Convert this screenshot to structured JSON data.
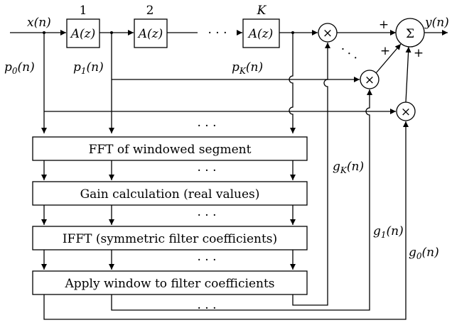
{
  "blocks": {
    "input_label": "x(n)",
    "output_label": "y(n)",
    "allpass_label": "A(z)",
    "stage_numbers": [
      "1",
      "2",
      "K"
    ],
    "dots": "· · ·",
    "sum_symbol": "Σ",
    "mult_symbol": "×",
    "plus": "+"
  },
  "signals": {
    "p0": "p0(n)",
    "p1": "p1(n)",
    "pK": "pK(n)",
    "gK": "gK(n)",
    "g1": "g1(n)",
    "g0": "g0(n)"
  },
  "processing_blocks": [
    "FFT of windowed segment",
    "Gain calculation (real values)",
    "IFFT (symmetric filter coefficients)",
    "Apply window to filter coefficients"
  ]
}
